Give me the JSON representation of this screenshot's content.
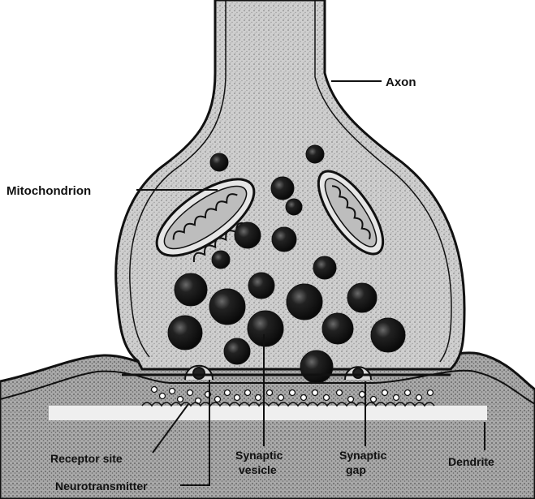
{
  "labels": {
    "axon": "Axon",
    "mitochondrion": "Mitochondrion",
    "receptor_site": "Receptor site",
    "neurotransmitter": "Neurotransmitter",
    "synaptic_vesicle_line1": "Synaptic",
    "synaptic_vesicle_line2": "vesicle",
    "synaptic_gap_line1": "Synaptic",
    "synaptic_gap_line2": "gap",
    "dendrite": "Dendrite"
  },
  "colors": {
    "ink": "#111111",
    "terminal_fill": "#c9c9c9",
    "dendrite_fill": "#b3b3b3",
    "vesicle_fill": "#1b1b1b"
  }
}
